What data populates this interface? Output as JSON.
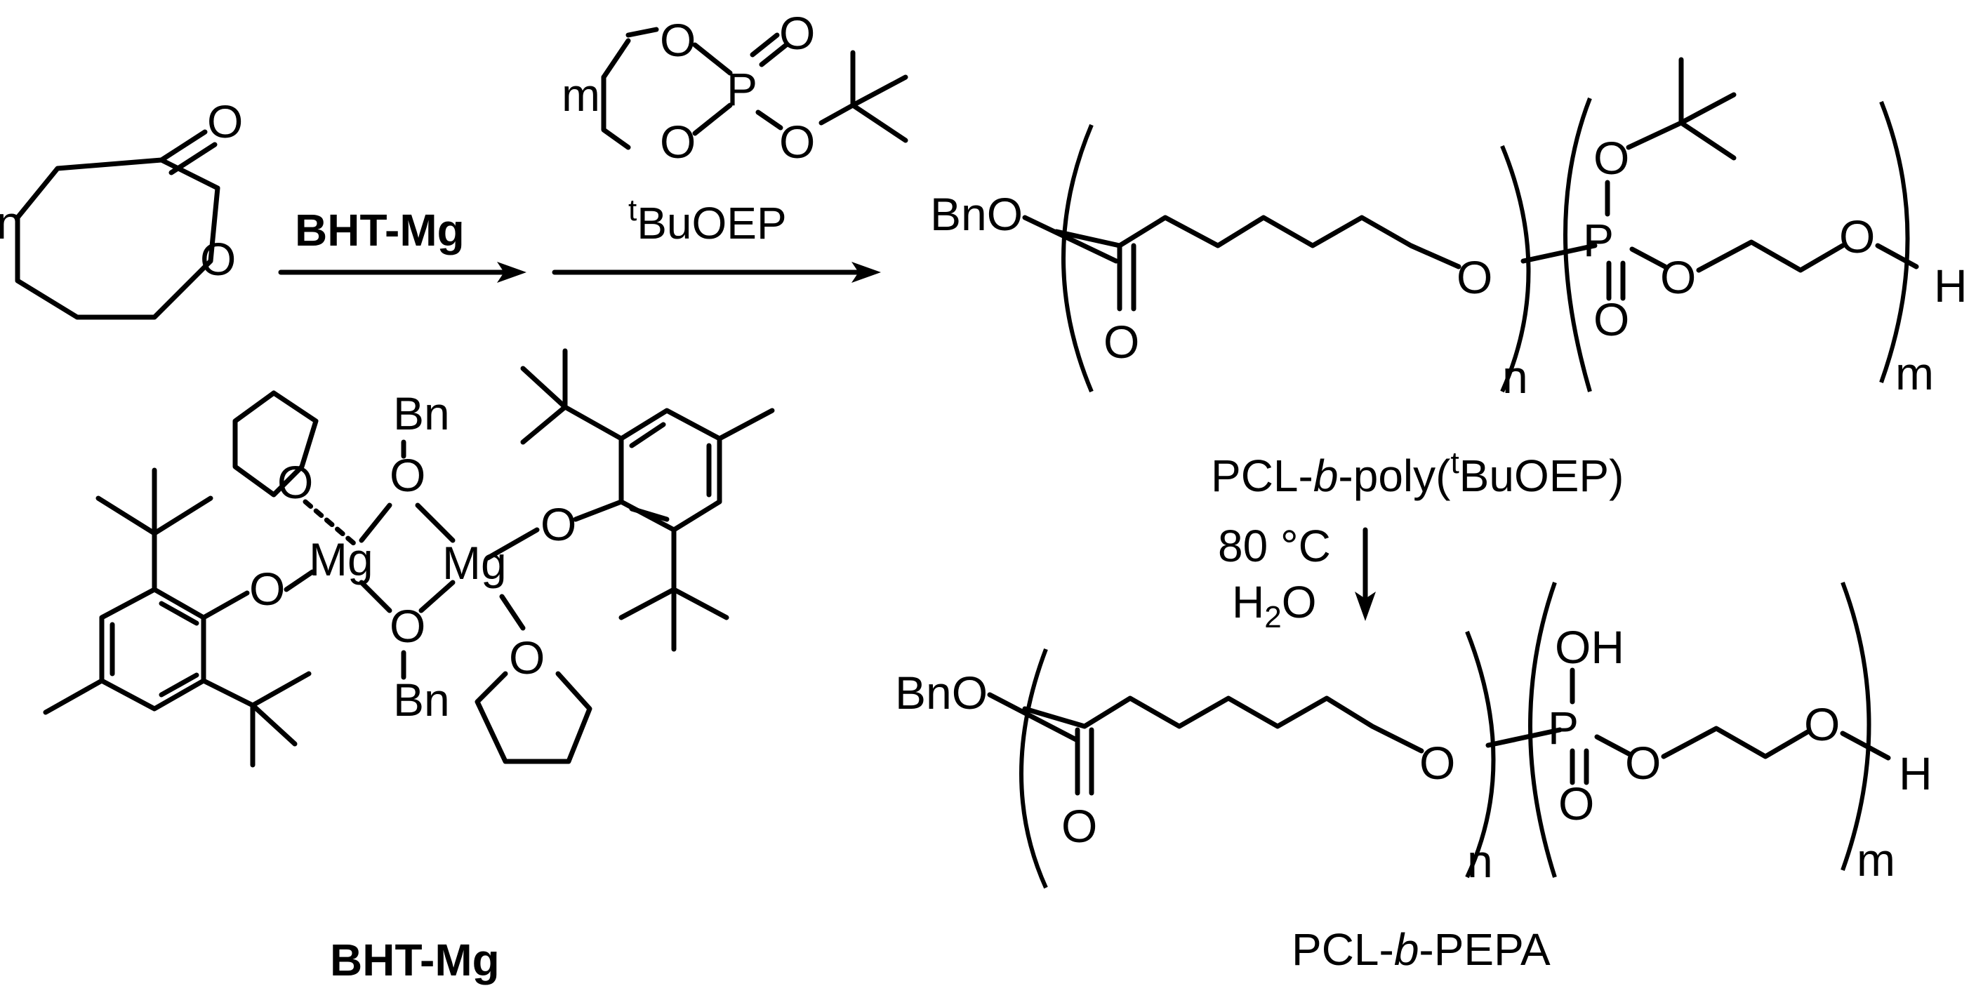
{
  "reactant": {
    "ring_repeat_label": "n",
    "carbonyl_O": "O",
    "ring_O": "O"
  },
  "arrow1": {
    "reagent": "BHT-Mg"
  },
  "monomer": {
    "repeat_label": "m",
    "ring_O_top": "O",
    "ring_O_bottom": "O",
    "P": "P",
    "P_double_O": "O",
    "tBu_O": "O",
    "label_superscript": "t",
    "label_main": "BuOEP"
  },
  "product1": {
    "start_group": "BnO",
    "carbonyl_O": "O",
    "ester_O": "O",
    "P": "P",
    "P_upper_O": "O",
    "P_lower_O": "O",
    "P_right_O": "O",
    "chain_end_O": "O",
    "end_H": "H",
    "subscript_n": "n",
    "subscript_m": "m",
    "name_prefix": "PCL-",
    "name_block": "b",
    "name_mid": "-poly(",
    "name_sup": "t",
    "name_end": "BuOEP)"
  },
  "arrow2": {
    "condition_temperature": "80 °C",
    "condition_water_H": "H",
    "condition_water_sub": "2",
    "condition_water_O": "O"
  },
  "product2": {
    "start_group": "BnO",
    "carbonyl_O": "O",
    "ester_O": "O",
    "P": "P",
    "P_OH": "OH",
    "P_lower_O": "O",
    "P_right_O": "O",
    "chain_end_O": "O",
    "end_H": "H",
    "subscript_n": "n",
    "subscript_m": "m",
    "name_prefix": "PCL-",
    "name_block": "b",
    "name_end": "-PEPA"
  },
  "catalyst": {
    "Mg_left": "Mg",
    "Mg_right": "Mg",
    "Bn_top": "Bn",
    "Bn_bottom": "Bn",
    "O_bridge_top": "O",
    "O_bridge_bottom": "O",
    "O_thf_top": "O",
    "O_thf_bottom": "O",
    "O_phenoxide_left": "O",
    "O_phenoxide_right": "O",
    "name": "BHT-Mg"
  }
}
